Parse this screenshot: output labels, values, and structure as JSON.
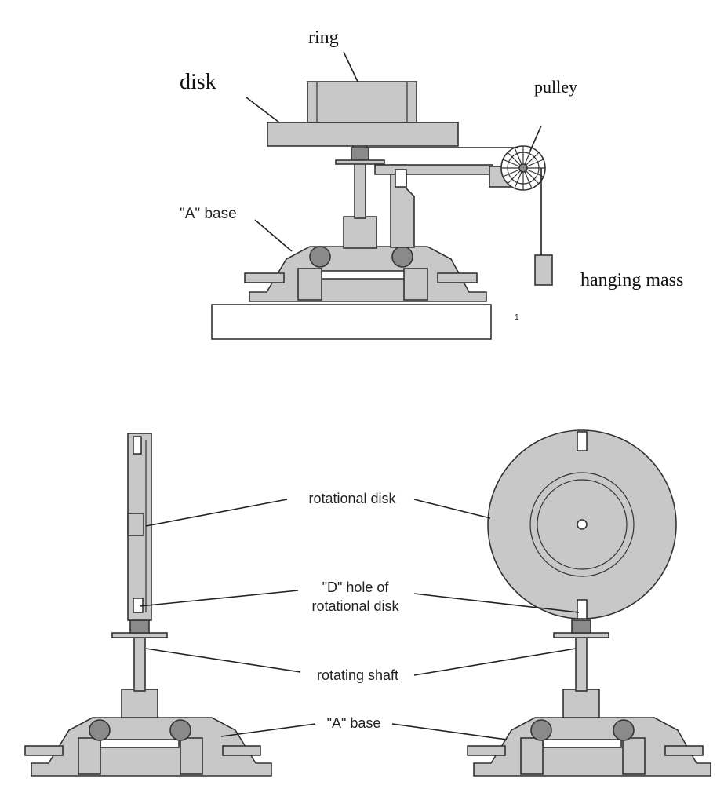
{
  "top_figure": {
    "labels": {
      "ring": "ring",
      "disk": "disk",
      "pulley": "pulley",
      "a_base": "\"A\" base",
      "hanging_mass": "hanging mass",
      "stray_mark": "1"
    }
  },
  "bottom_figure": {
    "labels": {
      "rotational_disk": "rotational disk",
      "d_hole_line1": "\"D\" hole of",
      "d_hole_line2": "rotational disk",
      "rotating_shaft": "rotating shaft",
      "a_base": "\"A\" base"
    }
  }
}
